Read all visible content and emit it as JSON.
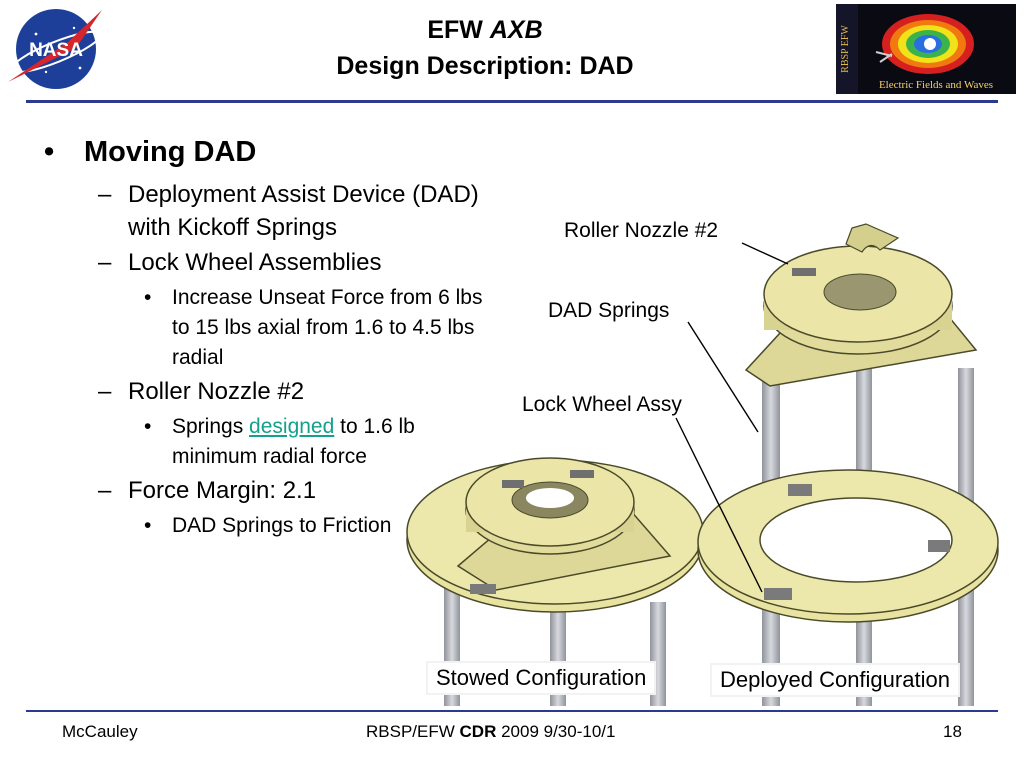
{
  "header": {
    "title_line1_plain": "EFW ",
    "title_line1_em": "AXB",
    "title_line2": "Design Description: DAD",
    "nasa_logo_text": "NASA",
    "mission_logo_side_text": "RBSP EFW",
    "mission_logo_caption": "Electric Fields and Waves"
  },
  "bullets": {
    "b1": "Moving DAD",
    "items": [
      {
        "label": "Deployment Assist Device (DAD) with Kickoff Springs"
      },
      {
        "label": "Lock Wheel Assemblies",
        "sub": [
          "Increase Unseat Force from 6 lbs to 15 lbs axial from 1.6 to 4.5 lbs radial"
        ]
      },
      {
        "label": "Roller Nozzle #2",
        "sub_parts": {
          "pre": "Springs ",
          "link": "designed",
          "post": " to 1.6 lb minimum radial force"
        }
      },
      {
        "label": "Force Margin: 2.1",
        "sub": [
          "DAD Springs to Friction"
        ]
      }
    ]
  },
  "figure": {
    "callouts": {
      "roller_nozzle": "Roller Nozzle #2",
      "dad_springs": "DAD Springs",
      "lock_wheel": "Lock Wheel Assy"
    },
    "stowed_label": "Stowed Configuration",
    "deployed_label": "Deployed Configuration",
    "colors": {
      "part_fill": "#e8e3a0",
      "part_stroke": "#4a4a2a",
      "rod": "#b9bcc2"
    }
  },
  "footer": {
    "left": "McCauley",
    "center_pre": "RBSP/EFW ",
    "center_bold": "CDR",
    "center_post": " 2009 9/30-10/1",
    "page": "18"
  },
  "icons": [
    "nasa-logo-icon",
    "rbsp-efw-logo-icon"
  ]
}
